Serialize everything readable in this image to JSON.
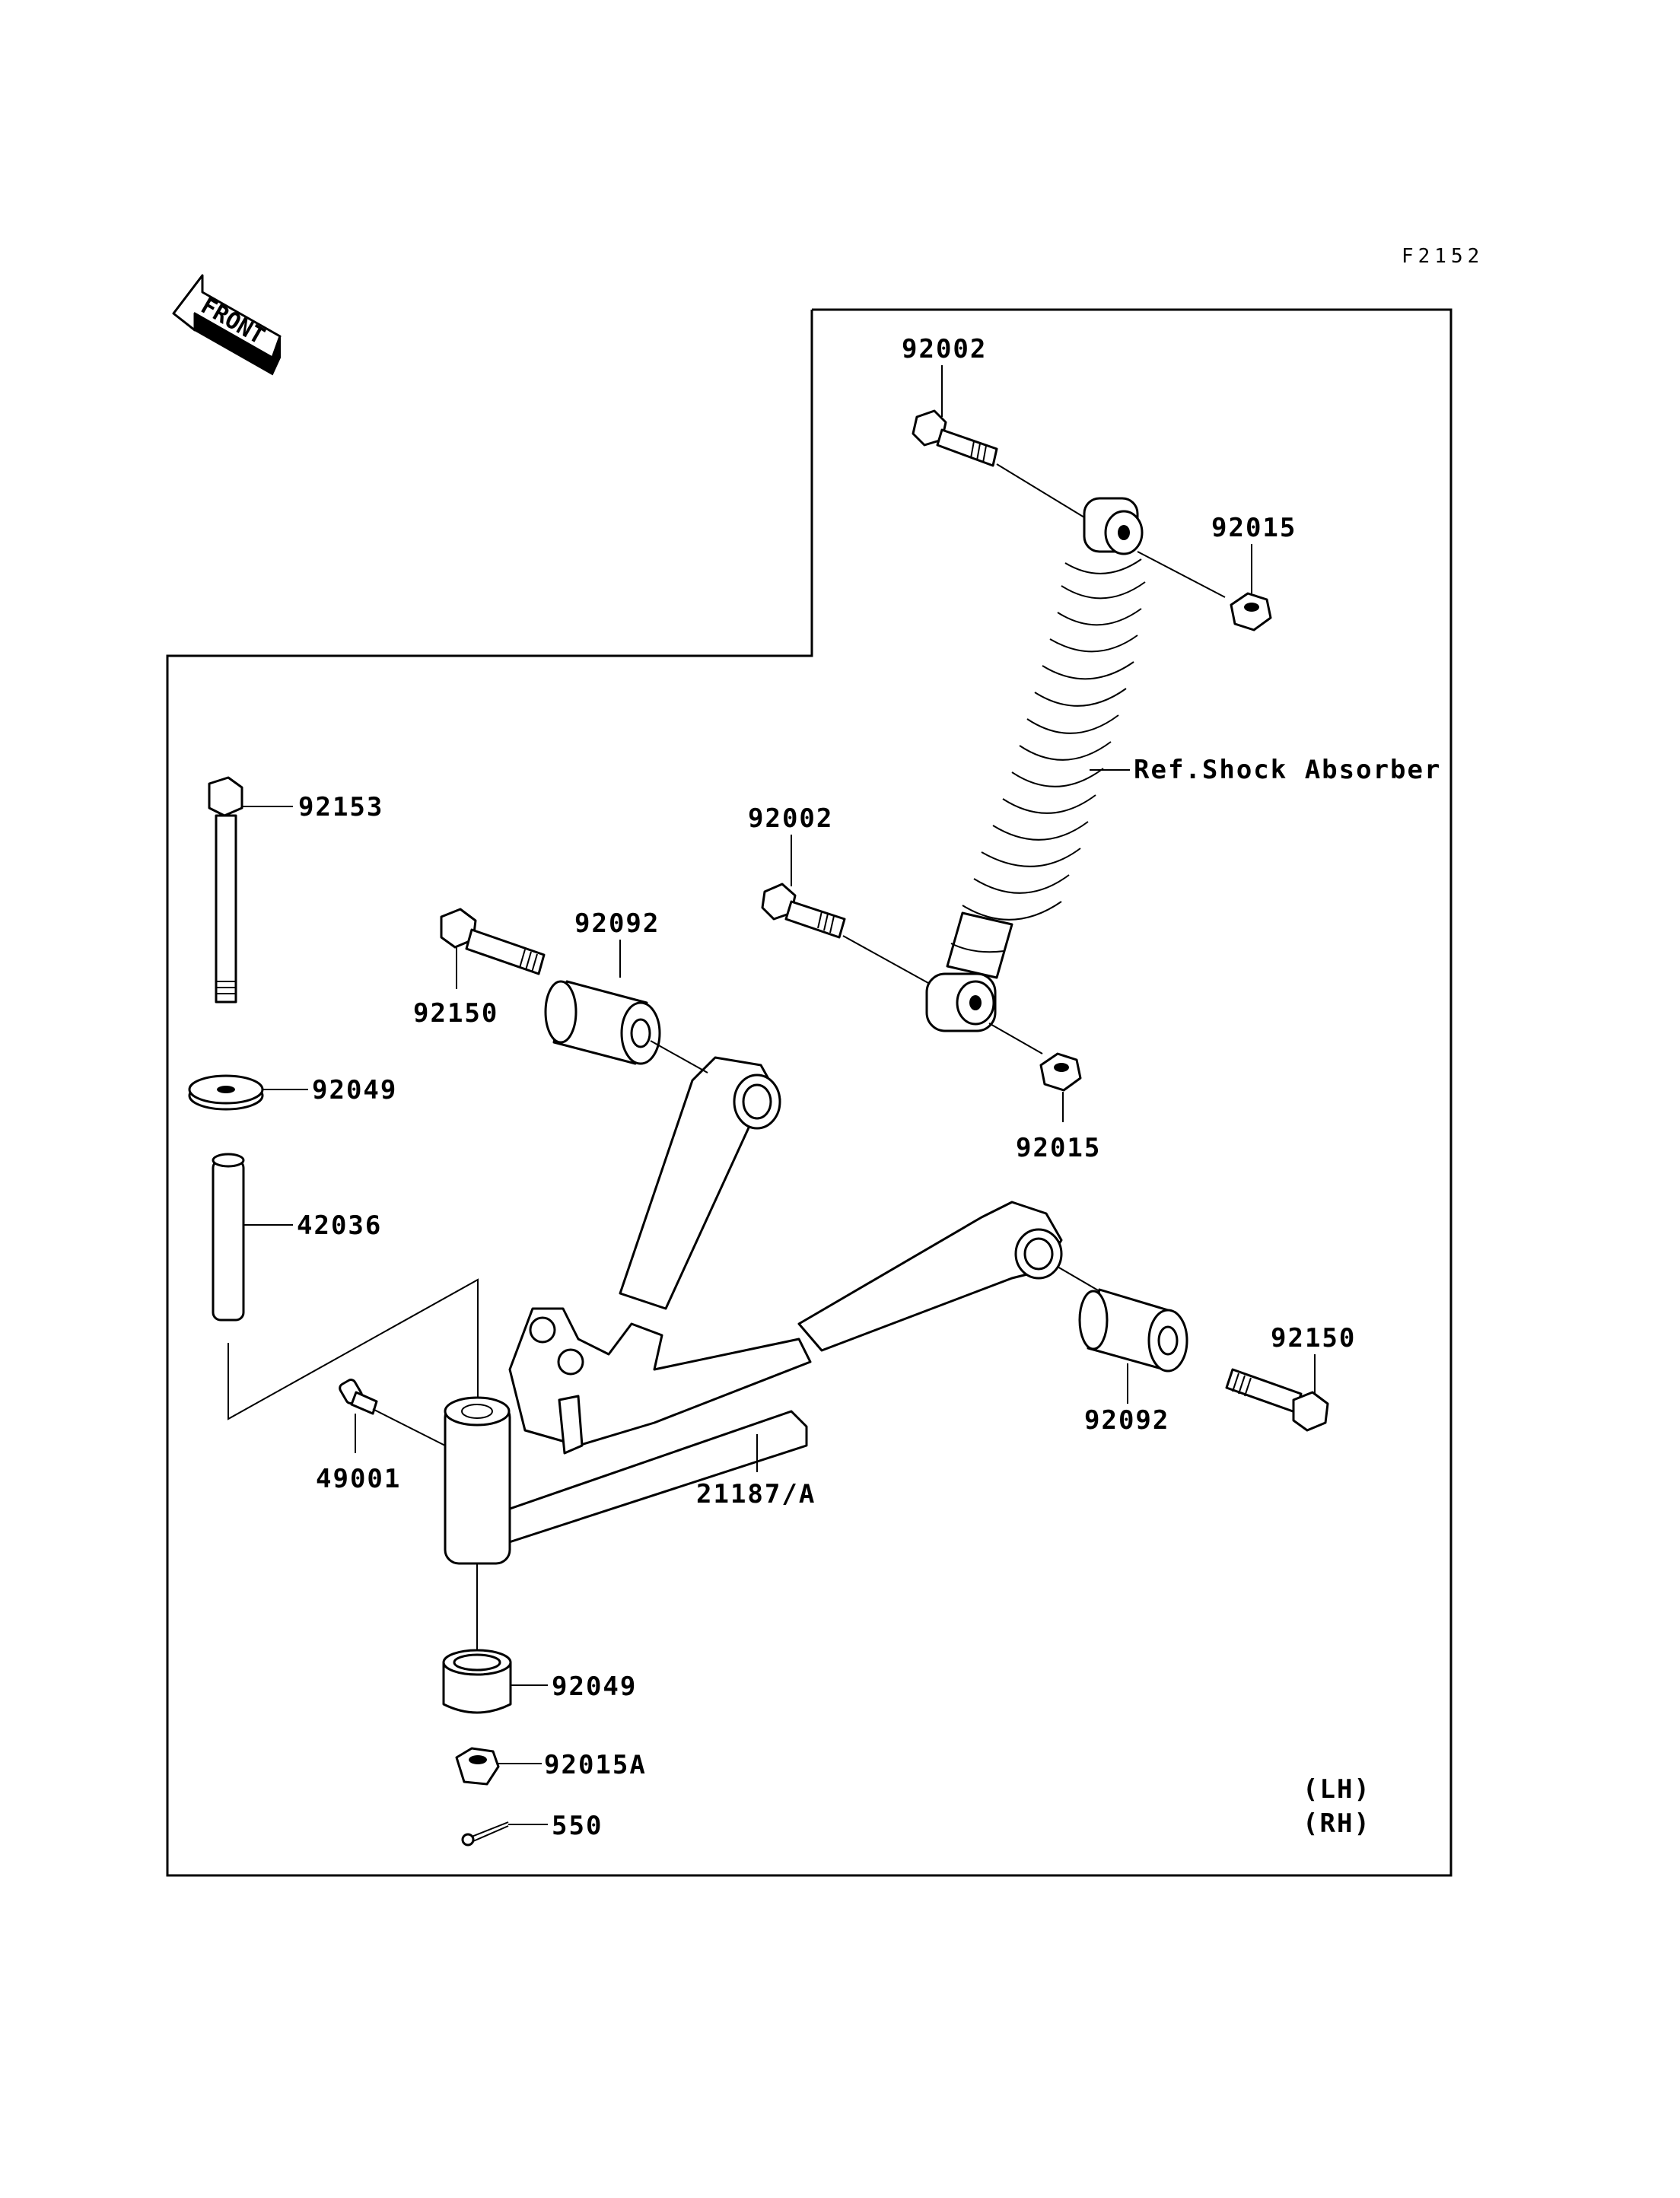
{
  "diagram": {
    "code": "F2152",
    "front_label": "FRONT",
    "side_lh": "(LH)",
    "side_rh": "(RH)"
  },
  "parts": {
    "bolt_upper_shock": "92002",
    "nut_upper_shock": "92015",
    "ref_shock": "Ref.Shock Absorber",
    "bolt_lower_shock": "92002",
    "nut_lower_shock": "92015",
    "long_bolt": "92153",
    "washer_upper": "92049",
    "collar": "42036",
    "bolt_pivot_left": "92150",
    "bushing_left": "92092",
    "grease_fitting": "49001",
    "arm": "21187/A",
    "bushing_right": "92092",
    "bolt_pivot_right": "92150",
    "boot_lower": "92049",
    "nut_lower": "92015A",
    "cotter_pin": "550"
  }
}
